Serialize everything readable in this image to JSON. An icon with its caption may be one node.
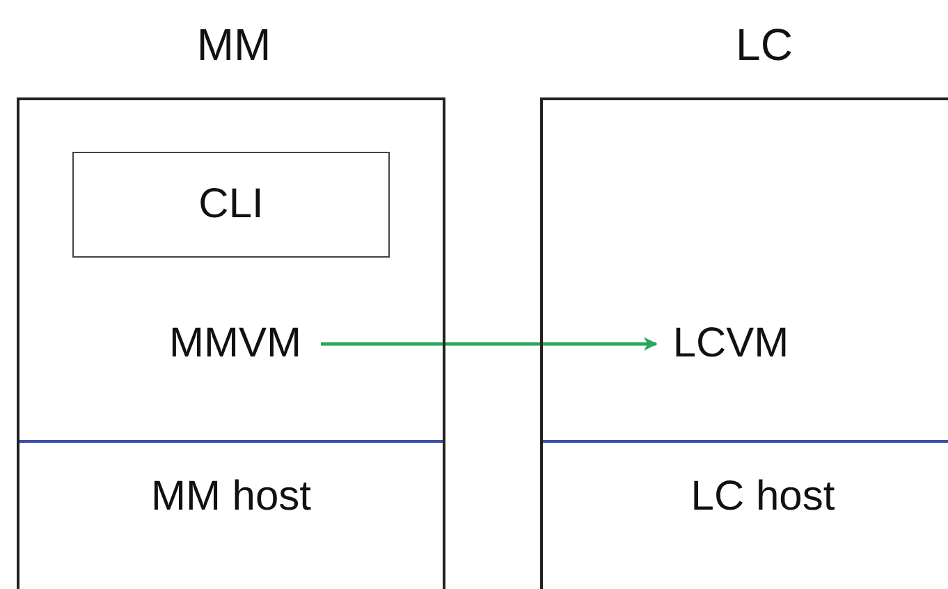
{
  "diagram": {
    "nodes": [
      {
        "text": [
          "MM"
        ]
      },
      {
        "text": [
          "CLI"
        ],
        "in": 0
      },
      {
        "text": [
          "MMVM"
        ],
        "in": 0
      },
      {
        "text": [
          "MM host"
        ],
        "in": 0
      },
      {
        "text": [
          "LC"
        ]
      },
      {
        "text": [
          "LCVM"
        ],
        "in": 4
      },
      {
        "text": [
          "LC host"
        ],
        "in": 4
      }
    ],
    "edges": [
      {
        "from": 2,
        "to": 5,
        "arrow": "to",
        "color": "#27a85c"
      }
    ]
  }
}
